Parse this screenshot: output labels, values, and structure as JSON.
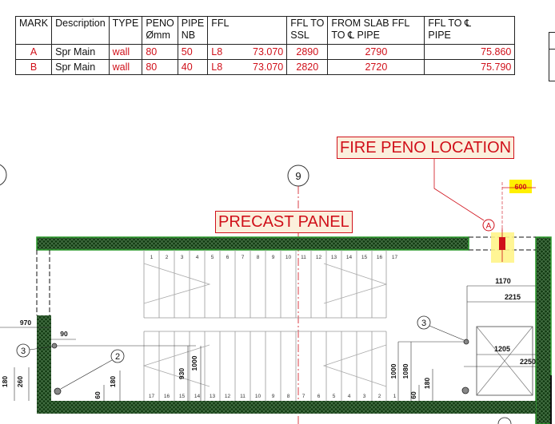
{
  "schedule": {
    "headers": [
      "MARK",
      "Description",
      "TYPE",
      "PENO Ømm",
      "PIPE NB",
      "FFL",
      "FFL TO SSL",
      "FROM SLAB FFL TO ℄ PIPE",
      "FFL TO ℄ PIPE"
    ],
    "header_lines": [
      [
        "MARK"
      ],
      [
        "Description"
      ],
      [
        "TYPE"
      ],
      [
        "PENO",
        "Ømm"
      ],
      [
        "PIPE",
        "NB"
      ],
      [
        "FFL"
      ],
      [
        "FFL TO",
        "SSL"
      ],
      [
        "FROM SLAB FFL",
        "TO ℄ PIPE"
      ],
      [
        "FFL TO ℄",
        "PIPE"
      ]
    ],
    "rows": [
      {
        "mark": "A",
        "description": "Spr Main",
        "type": "wall",
        "peno": "80",
        "pipe": "50",
        "level": "L8",
        "ffl": "73.070",
        "ffl_ssl": "2890",
        "slab_pipe": "2790",
        "ffl_pipe": "75.860"
      },
      {
        "mark": "B",
        "description": "Spr Main",
        "type": "wall",
        "peno": "80",
        "pipe": "40",
        "level": "L8",
        "ffl": "73.070",
        "ffl_ssl": "2820",
        "slab_pipe": "2720",
        "ffl_pipe": "75.790"
      }
    ]
  },
  "callouts": {
    "fire_peno": "FIRE PENO LOCATION",
    "precast": "PRECAST PANEL"
  },
  "grid_bubble": "9",
  "peno_mark": "A",
  "dimensions": {
    "d600": "600",
    "d1170": "1170",
    "d2215": "2215",
    "d1205": "1205",
    "d2250": "2250",
    "d970": "970",
    "d90": "90",
    "d180a": "180",
    "d260": "260",
    "d930": "930",
    "d1000a": "1000",
    "d60a": "60",
    "d180b": "180",
    "d1000b": "1000",
    "d1080": "1080",
    "d60b": "60",
    "d180c": "180"
  },
  "markers": {
    "m3a": "3",
    "m2": "2",
    "m3b": "3"
  },
  "treads_top": [
    "1",
    "2",
    "3",
    "4",
    "5",
    "6",
    "7",
    "8",
    "9",
    "10",
    "11",
    "12",
    "13",
    "14",
    "15",
    "16",
    "17"
  ],
  "treads_bottom": [
    "17",
    "16",
    "15",
    "14",
    "13",
    "12",
    "11",
    "10",
    "9",
    "8",
    "7",
    "6",
    "5",
    "4",
    "3",
    "2",
    "1"
  ],
  "colors": {
    "red": "#d0101a",
    "hatch": "#123a12",
    "wall_green": "#2c9a2c",
    "highlight": "#ffe600"
  }
}
